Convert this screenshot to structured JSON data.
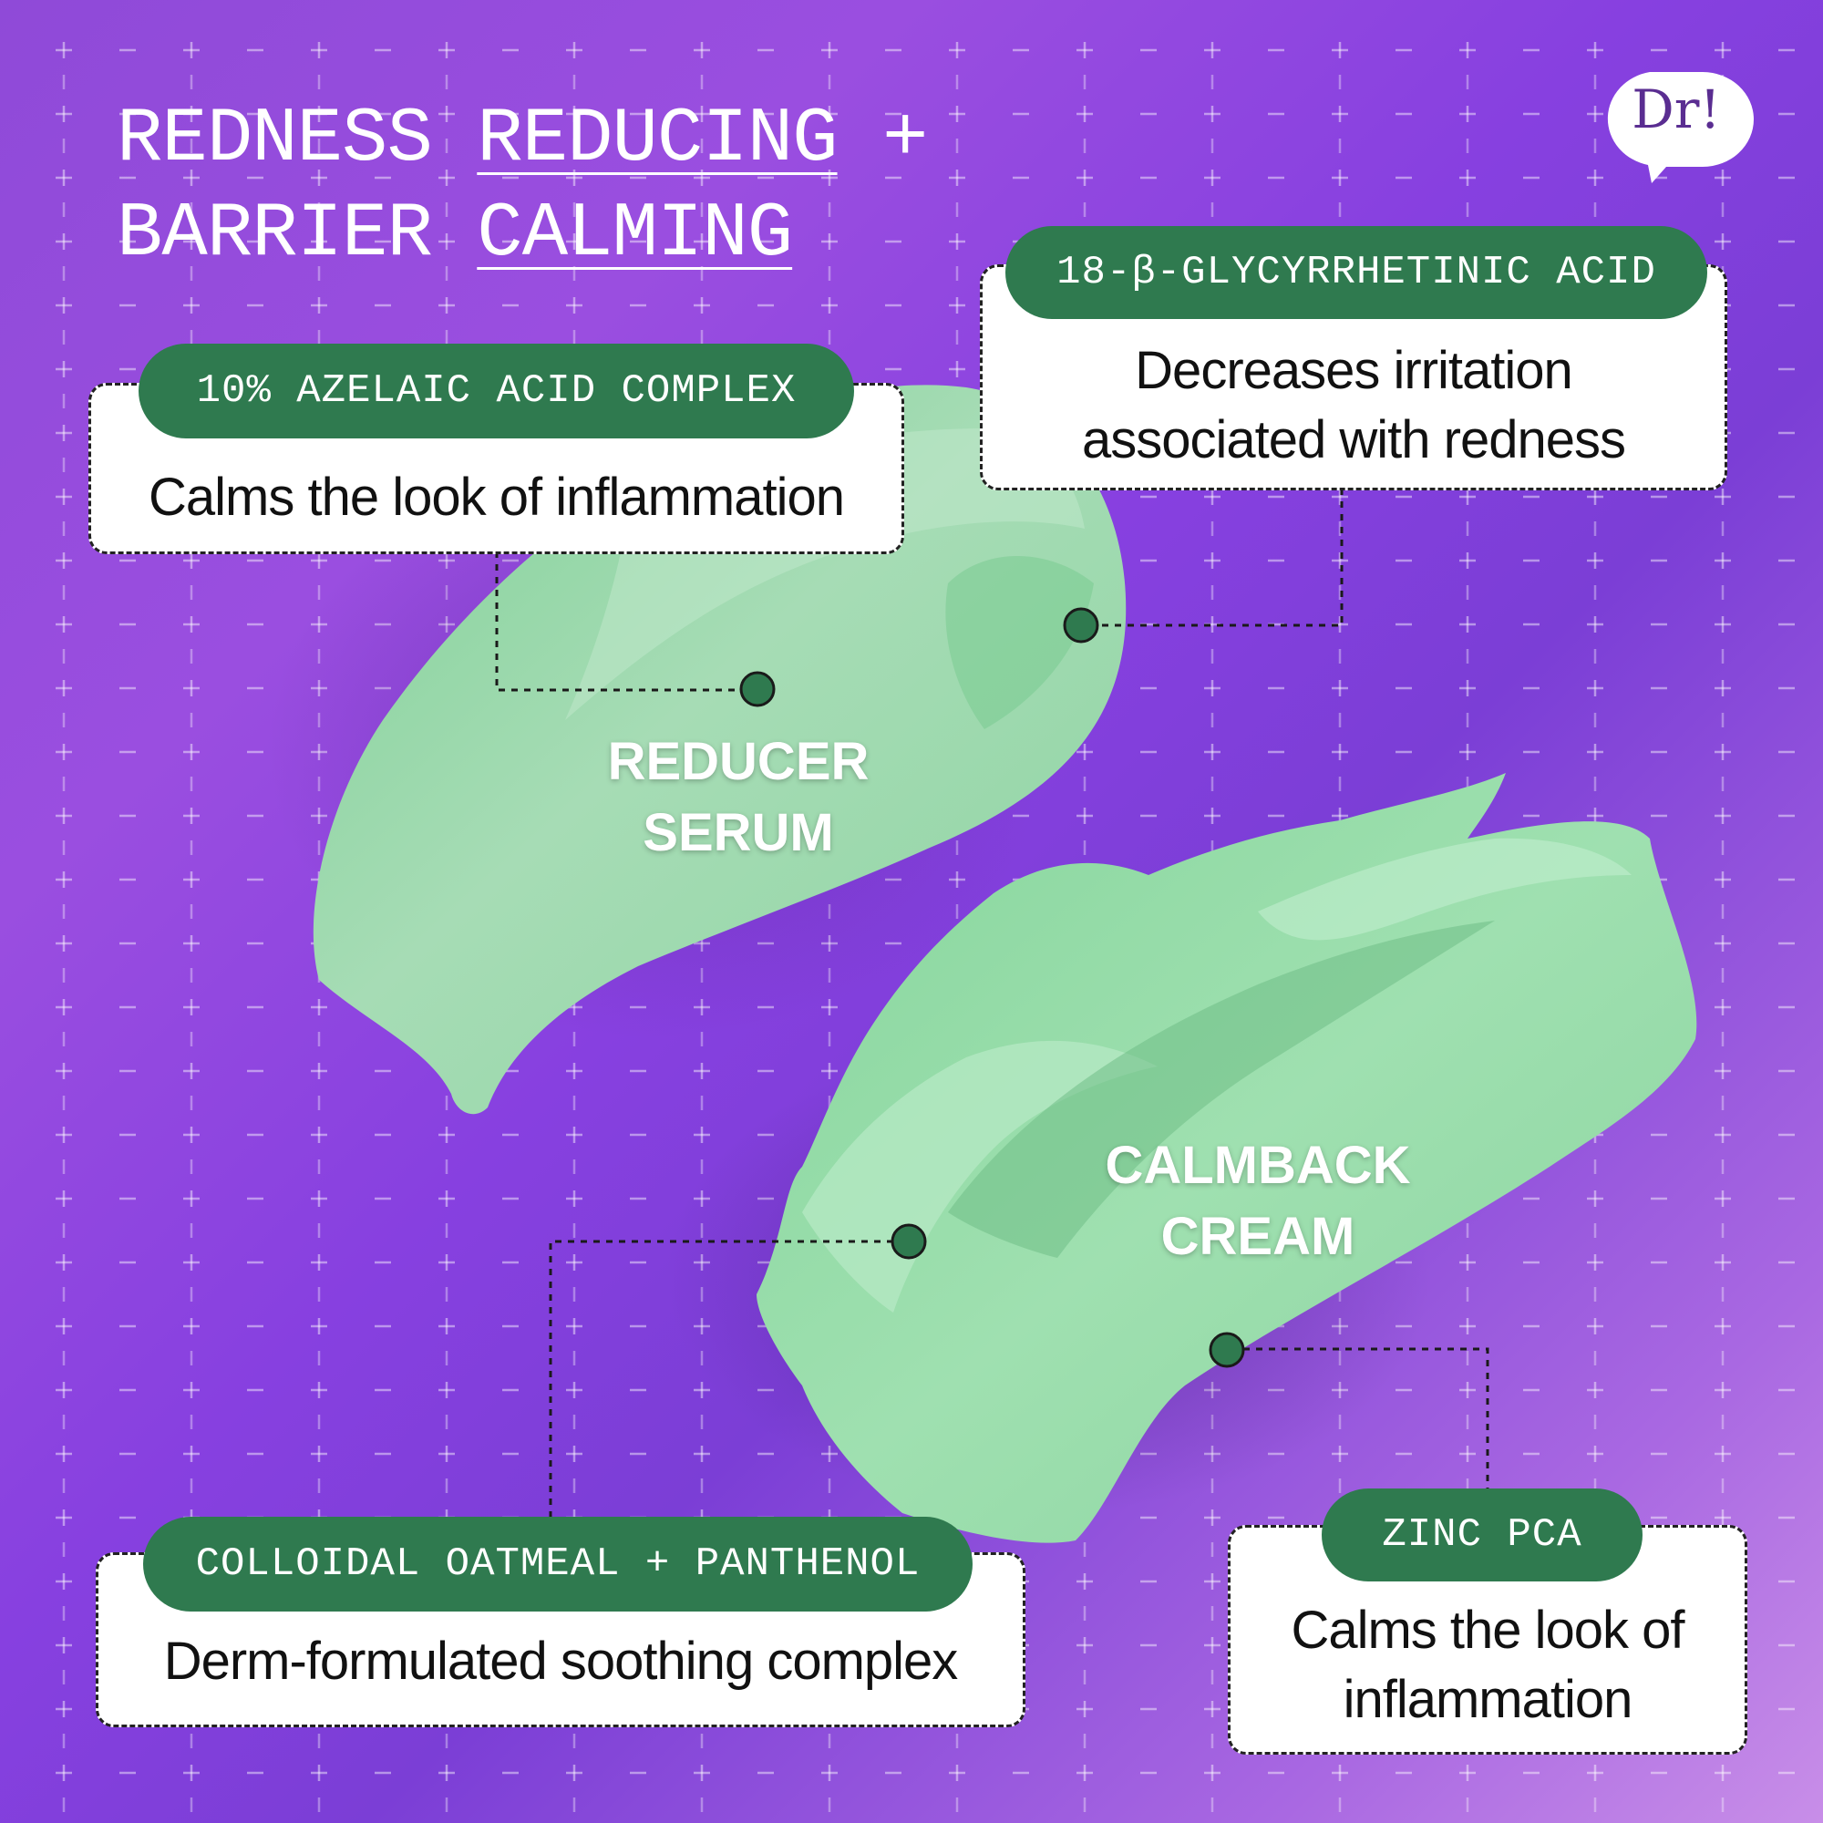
{
  "title": {
    "line1_a": "REDNESS",
    "line1_b": "REDUCING",
    "line1_c": "+",
    "line2_a": "BARRIER",
    "line2_b": "CALMING"
  },
  "logo": {
    "text": "Dr!"
  },
  "products": {
    "serum": {
      "line1": "REDUCER",
      "line2": "SERUM"
    },
    "cream": {
      "line1": "CALMBACK",
      "line2": "CREAM"
    }
  },
  "callouts": {
    "azelaic": {
      "pill": "10% AZELAIC ACID COMPLEX",
      "text": "Calms the look of inflammation"
    },
    "glycyrrhetinic": {
      "pill": "18-β-GLYCYRRHETINIC ACID",
      "line1": "Decreases irritation",
      "line2": "associated with redness"
    },
    "oatmeal": {
      "pill": "COLLOIDAL OATMEAL + PANTHENOL",
      "text": "Derm-formulated soothing complex"
    },
    "zinc": {
      "pill": "ZINC PCA",
      "line1": "Calms the look of",
      "line2": "inflammation"
    }
  },
  "colors": {
    "background_start": "#8f4ad8",
    "background_end": "#c88ee8",
    "pill_green": "#2f7a4f",
    "product_green": "#9dd9ac",
    "logo_purple": "#5a2d91"
  }
}
